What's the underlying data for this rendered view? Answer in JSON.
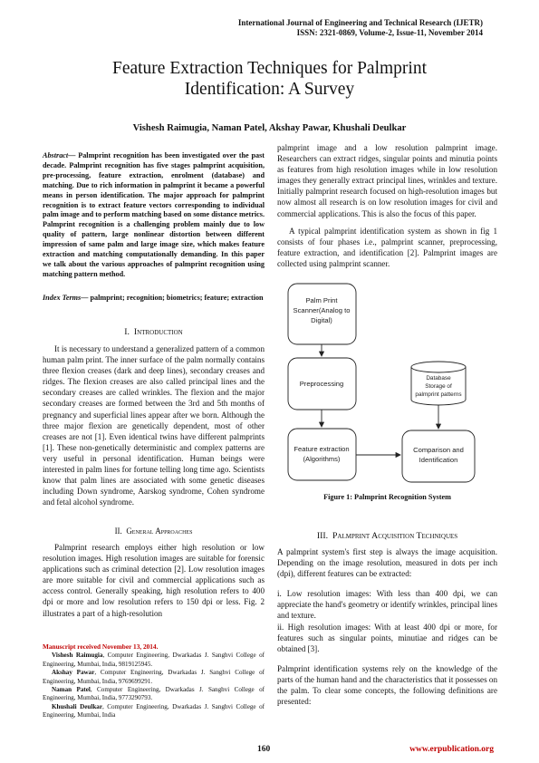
{
  "header": {
    "journal": "International Journal of Engineering and Technical Research (IJETR)",
    "issn": "ISSN: 2321-0869, Volume-2, Issue-11, November 2014"
  },
  "title_line1": "Feature Extraction Techniques for Palmprint",
  "title_line2": "Identification: A Survey",
  "authors": "Vishesh Raimugia, Naman Patel, Akshay Pawar, Khushali Deulkar",
  "abstract": {
    "label": "Abstract—",
    "text": " Palmprint recognition has been investigated over the past decade. Palmprint recognition has five stages palmprint acquisition, pre-processing, feature extraction, enrolment (database) and matching. Due to rich information in palmprint it became a powerful means in person identification. The major approach for palmprint recognition is to extract feature vectors corresponding to individual palm image and to perform matching based on some distance metrics. Palmprint recognition is a challenging problem mainly due to low quality of pattern, large nonlinear distortion between different impression of same palm and large image size, which makes feature extraction and matching computationally demanding. In this paper we talk about the various approaches of palmprint recognition using matching pattern method."
  },
  "index_terms": {
    "label": "Index Terms—",
    "text": " palmprint; recognition; biometrics; feature; extraction"
  },
  "section1": {
    "number": "I.",
    "title": "Introduction"
  },
  "intro_text": "It is necessary to understand a generalized pattern of a common human palm print. The inner surface of the palm normally contains three flexion creases (dark and deep lines), secondary creases and ridges. The flexion creases are also called principal lines and the secondary creases are called wrinkles. The flexion and the major secondary creases are formed between the 3rd and 5th months of pregnancy and superficial lines appear after we born. Although the three major flexion are genetically dependent, most of other creases are not [1]. Even identical twins have different palmprints [1]. These non-genetically deterministic and complex patterns are very useful in personal identification. Human beings were interested in palm lines for fortune telling long time ago. Scientists know that palm lines are associated with some genetic diseases including Down syndrome, Aarskog syndrome, Cohen syndrome and fetal alcohol syndrome.",
  "section2": {
    "number": "II.",
    "title": "General Approaches"
  },
  "general_text": "Palmprint research employs either high resolution or low resolution images. High resolution images are suitable for forensic applications such as criminal detection [2]. Low resolution images are more suitable for civil and commercial applications such as access control. Generally speaking, high resolution refers to 400 dpi or more and low resolution refers to 150 dpi or less. Fig. 2 illustrates a part of a high-resolution",
  "notes": {
    "manuscript": "Manuscript received November 13, 2014.",
    "author1_name": "Vishesh Raimugia",
    "author1_info": ", Computer Engineering, Dwarkadas J. Sanghvi College of Engineering, Mumbai, India, 9819125945.",
    "author2_name": "Akshay Pawar",
    "author2_info": ", Computer Engineering, Dwarkadas J. Sanghvi College of Engineering, Mumbai, India, 9769699291.",
    "author3_name": "Naman Patel",
    "author3_info": ", Computer Engineering, Dwarkadas J. Sanghvi College of Engineering, Mumbai, India, 9773290793.",
    "author4_name": "Khushali Deulkar",
    "author4_info": ", Computer Engineering, Dwarkadas J. Sanghvi College of Engineering, Mumbai, India"
  },
  "right_para1": "palmprint image and a low resolution palmprint image. Researchers can extract ridges, singular points and minutia points as features from high resolution images while in low resolution images they generally extract principal lines, wrinkles and texture. Initially palmprint research focused on high-resolution images but now almost all research is on low resolution images for civil and commercial applications. This is also the focus of this paper.",
  "right_para2": "A typical palmprint identification system as shown in fig 1 consists of four phases i.e., palmprint scanner, preprocessing, feature extraction, and identification [2]. Palmprint images are collected using palmprint scanner.",
  "figure": {
    "box_scanner_1": "Palm Print",
    "box_scanner_2": "Scanner(Analog to",
    "box_scanner_3": "Digital)",
    "box_preprocessing": "Preprocessing",
    "db_1": "Database",
    "db_2": "Storage of",
    "db_3": "palmprint patterns",
    "box_feature_1": "Feature extraction",
    "box_feature_2": "(Algorithms)",
    "box_compare_1": "Comparison and",
    "box_compare_2": "Identification",
    "caption": "Figure 1: Palmprint Recognition System"
  },
  "section3": {
    "number": "III.",
    "title": "Palmprint Acquisition Techniques"
  },
  "r3_para1": "A palmprint system's first step is always the image acquisition. Depending on the image resolution, measured in dots per inch (dpi), different features can be extracted:",
  "r3_item1": "i. Low resolution images: With less than 400 dpi, we can appreciate the hand's geometry or identify wrinkles, principal lines and texture.",
  "r3_item2": "ii. High resolution images: With at least 400 dpi or more, for features such as singular points, minutiae and ridges can be obtained [3].",
  "r3_para2": "Palmprint identification systems rely on the knowledge of the parts of the human hand and the characteristics that it possesses on the palm. To clear some concepts, the following definitions are presented:",
  "footer": {
    "page": "160",
    "url": "www.erpublication.org"
  },
  "colors": {
    "accent_red": "#c00000"
  }
}
